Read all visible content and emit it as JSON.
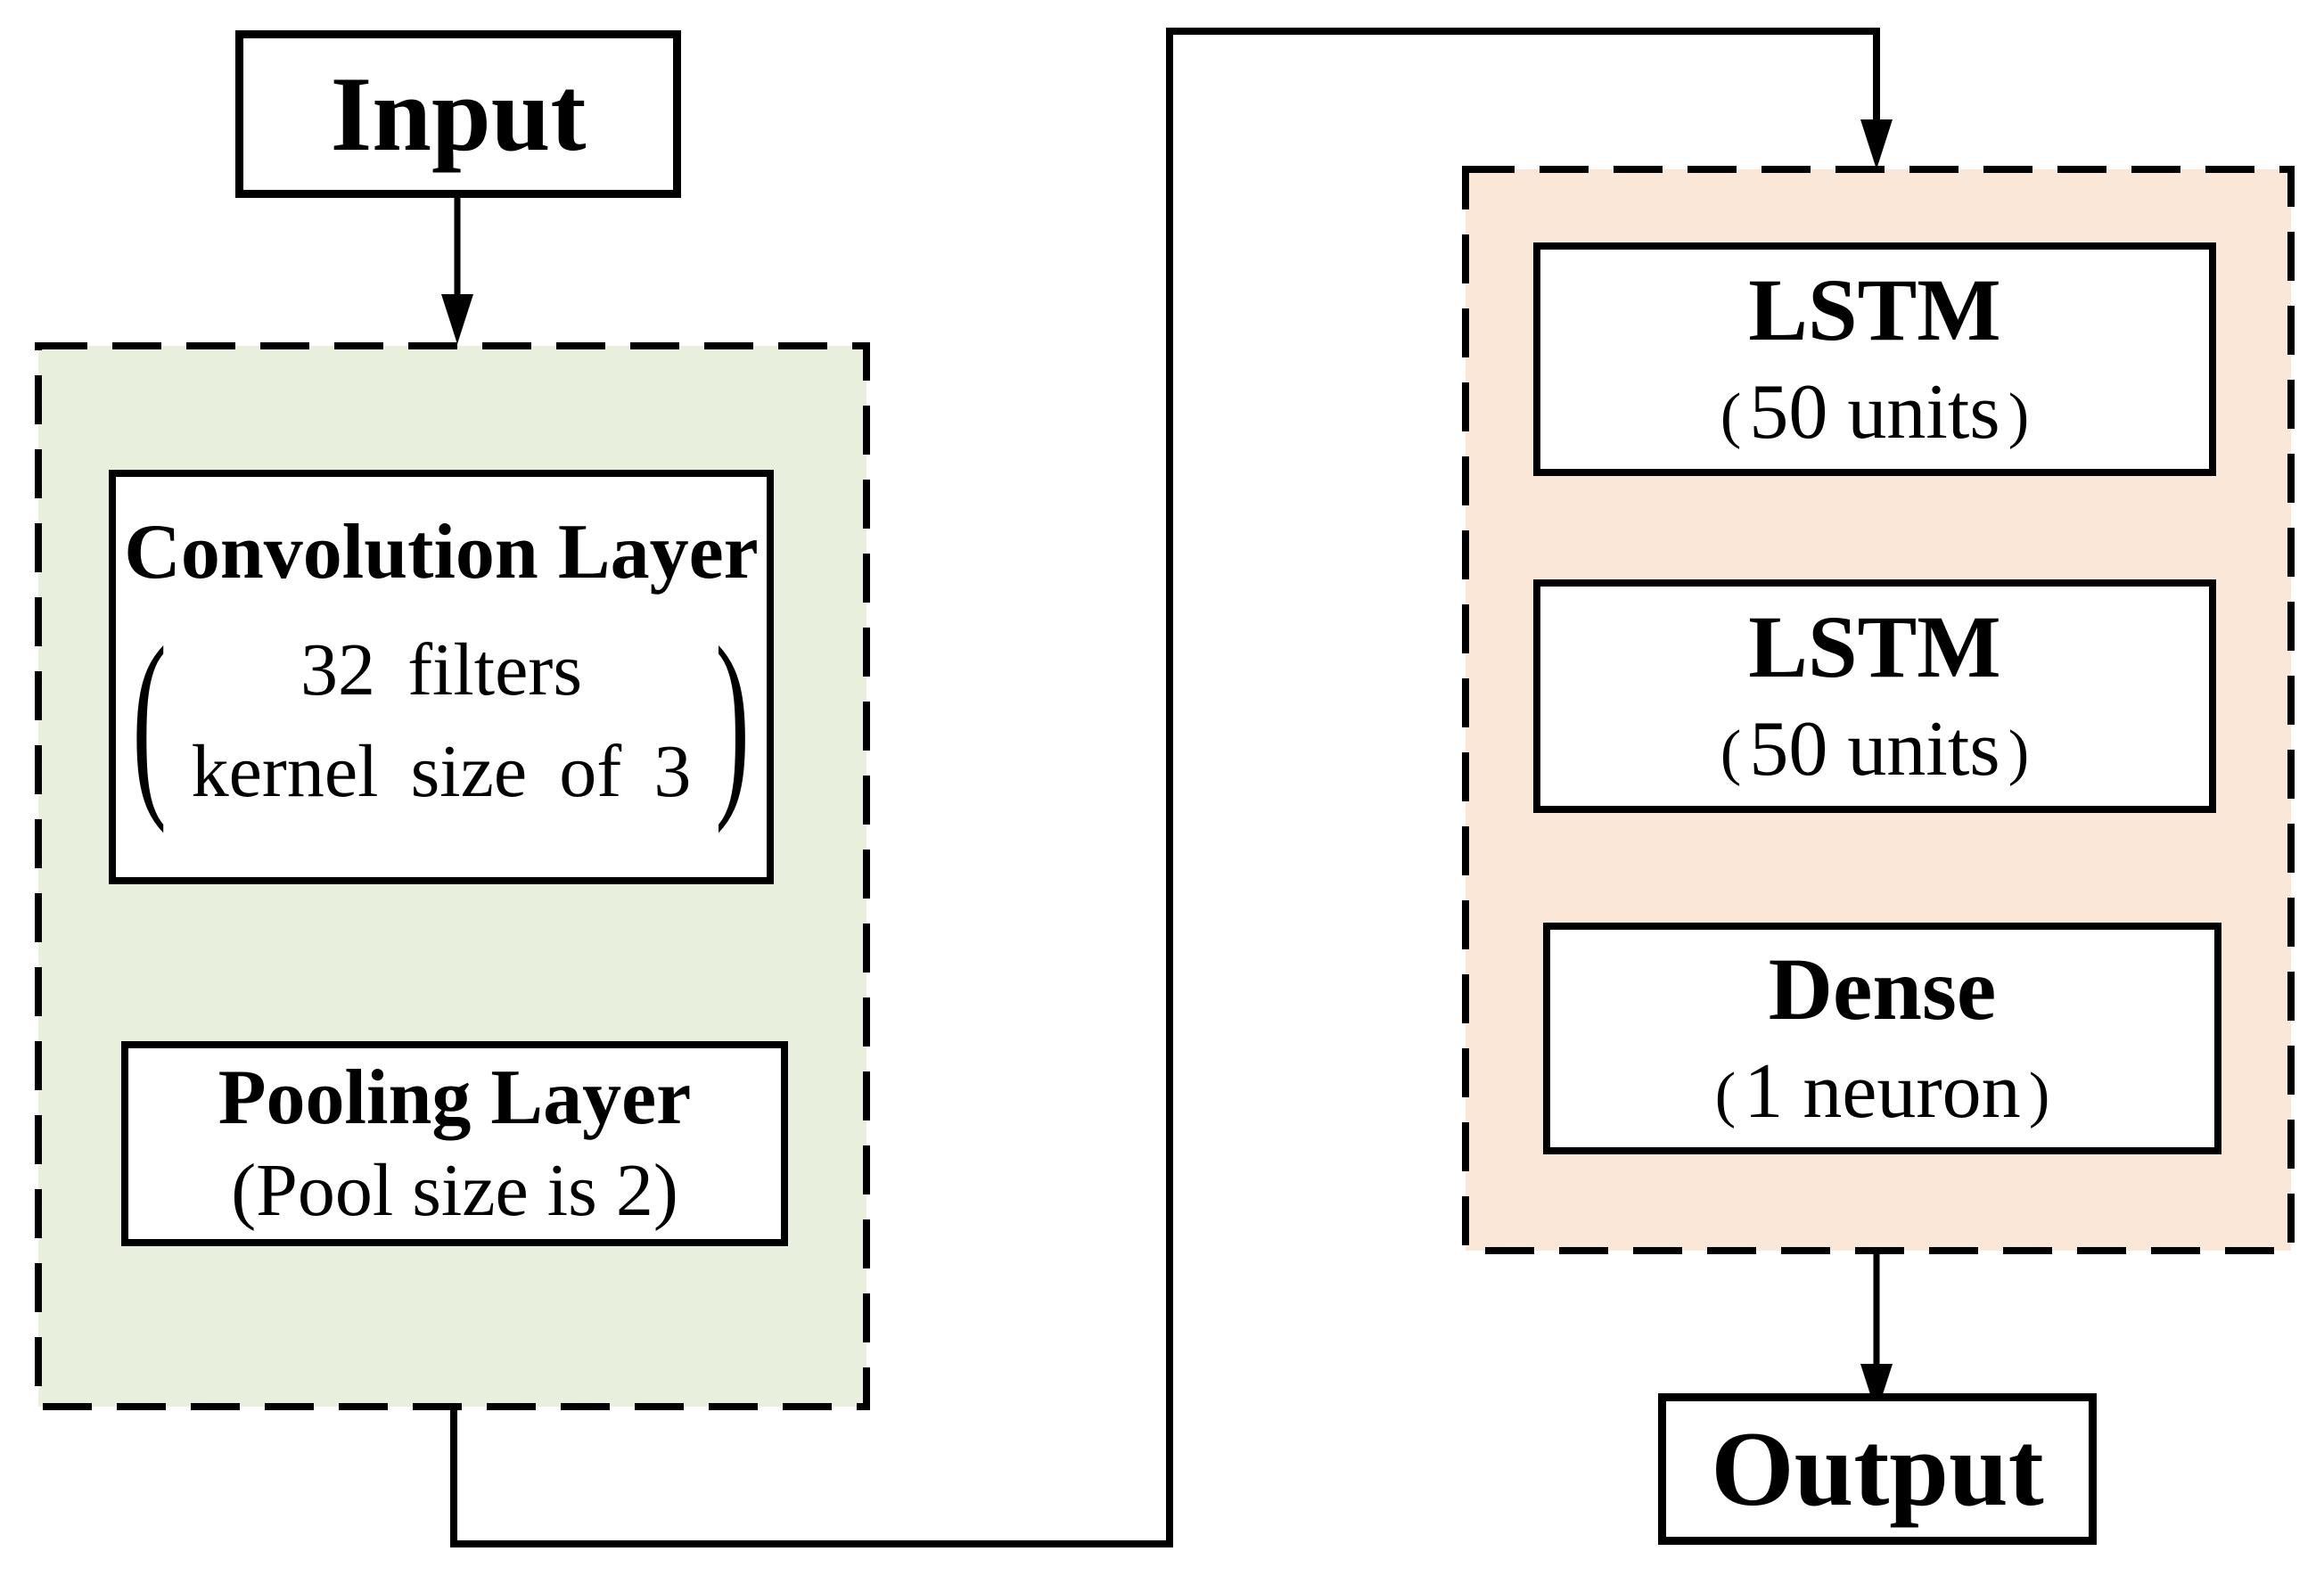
{
  "nodes": {
    "input": {
      "label": "Input"
    },
    "convolution": {
      "title": "Convolution Layer",
      "bracket_open": "(",
      "bracket_close": ")",
      "detail_line1": "32 filters",
      "detail_line2": "kernel size of 3"
    },
    "pooling": {
      "title": "Pooling Layer",
      "detail": "(Pool size is 2)"
    },
    "lstm1": {
      "title": "LSTM",
      "paren_open": "(",
      "detail": "50 units",
      "paren_close": ")"
    },
    "lstm2": {
      "title": "LSTM",
      "paren_open": "(",
      "detail": "50 units",
      "paren_close": ")"
    },
    "dense": {
      "title": "Dense",
      "paren_open": "(",
      "detail": "1 neuron",
      "paren_close": ")"
    },
    "output": {
      "label": "Output"
    }
  },
  "colors": {
    "cnn_region_fill": "#e9efdd",
    "lstm_region_fill": "#fbe7d8",
    "line": "#000000",
    "node_fill": "#ffffff",
    "background": "#ffffff"
  }
}
